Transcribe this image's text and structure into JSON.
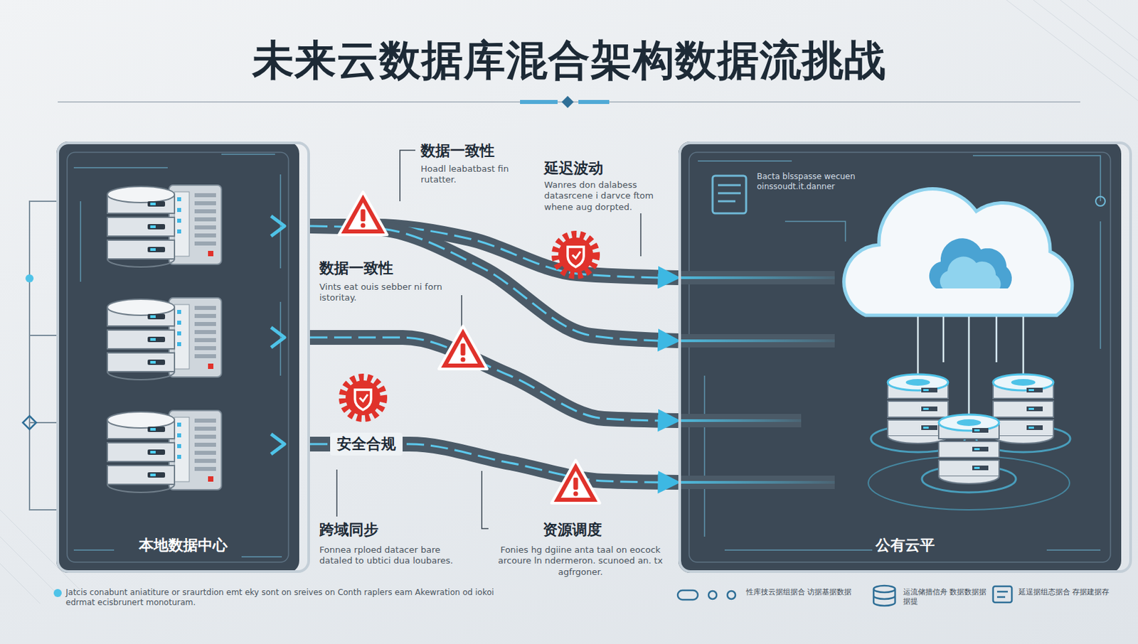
{
  "diagram": {
    "title": "未来云数据库混合架构数据流挑战",
    "nodes": [
      {
        "text": [
          "本地数据中心"
        ]
      },
      {
        "text": [
          "公有云平"
        ]
      }
    ],
    "edges": [
      {
        "from": 0,
        "to": 1,
        "arrow": "to"
      },
      {
        "from": 0,
        "to": 1,
        "arrow": "to"
      },
      {
        "from": 0,
        "to": 1,
        "arrow": "to"
      },
      {
        "from": 0,
        "to": 1,
        "arrow": "to",
        "label": "安全合规"
      }
    ],
    "labels": [
      "数据一致性",
      "Hoadl leabatbast fin rutatter.",
      "延迟波动",
      "Wanres don dalabess datasrcene i darvce ftom whene aug dorpted.",
      "数据一致性",
      "Vints eat ouis sebber ni forn istoritay.",
      "跨域同步",
      "Fonnea rploed datacer bare dataled to ubtici dua loubares.",
      "资源调度",
      "Fonies hg dgiine anta taal on eocock arcoure ln ndermeron. scunoed an. tx agfrgoner.",
      "Bacta blsspasse wecuen oinssoudt.it.danner",
      "Jatcis conabunt aniatiture or sraurtdion emt eky sont on sreives on Conth raplers eam Akewration od iokoi edrmat ecisbrunert monoturam.",
      "性库技云据组据合 访据基据数据",
      "运流储措信舟 数据数据据据提",
      "延逞据组态据合 存据建据存"
    ]
  }
}
